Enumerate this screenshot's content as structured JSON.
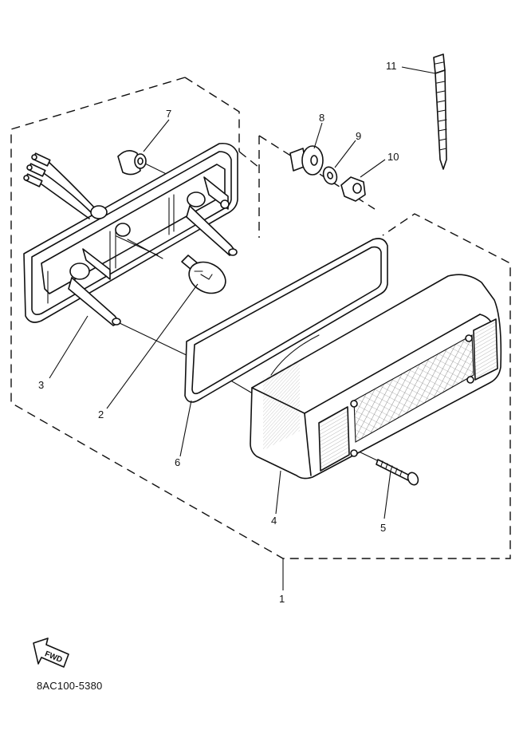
{
  "diagram": {
    "drawing_code": "8AC100-5380",
    "direction_label": "FWD",
    "callouts": [
      "1",
      "2",
      "3",
      "4",
      "5",
      "6",
      "7",
      "8",
      "9",
      "10",
      "11"
    ]
  }
}
